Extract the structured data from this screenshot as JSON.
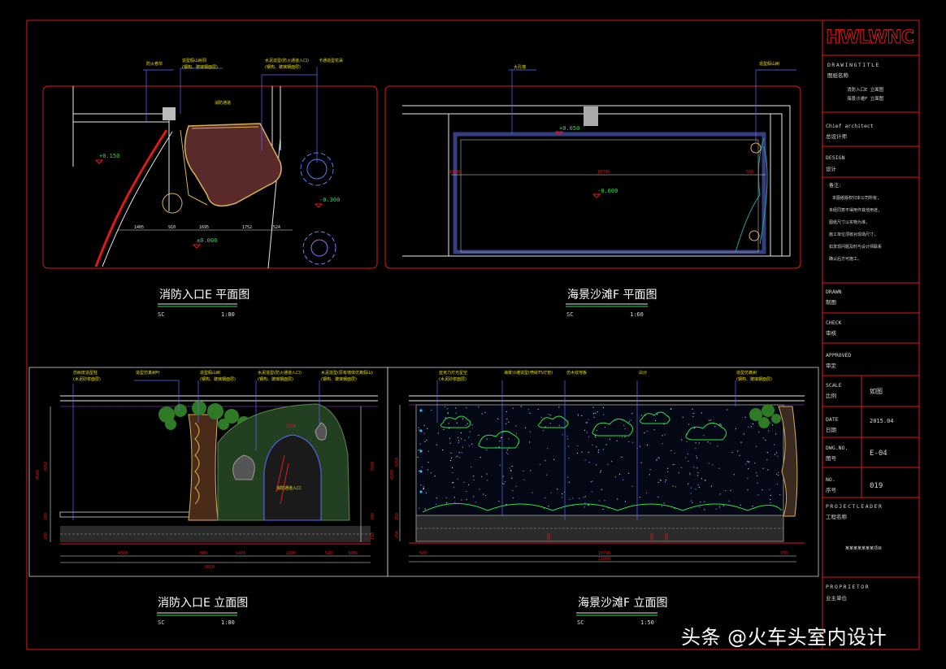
{
  "title_block": {
    "logo": "HWLWNC",
    "drawing_title_label": "DRAWINGTITLE",
    "drawing_title_cn": "图纸名称",
    "drawing_title_value_1": "消防入口E 立面图",
    "drawing_title_value_2": "海景沙滩F 立面图",
    "client_label": "Chief architect",
    "client_cn": "总设计师",
    "design_label": "DESIGN",
    "design_cn": "设计",
    "notes_label": "备注:",
    "notes_lines": [
      "本图纸版权归本公司所有,",
      "未经同意不得用作其他用途,",
      "图纸尺寸以实物为准,",
      "施工单位须核对现场尺寸,",
      "如发现问题及时与设计师联系",
      "确认后方可施工。"
    ],
    "drawn_label": "DRAWN",
    "drawn_cn": "制图",
    "check_label": "CHECK",
    "check_cn": "审核",
    "approved_label": "APPROVED",
    "approved_cn": "审定",
    "scale_label": "SCALE",
    "scale_cn": "比例",
    "scale_value": "如图",
    "date_label": "DATE",
    "date_cn": "日期",
    "date_value": "2015.04",
    "dwg_label": "DWG.NO.",
    "dwg_cn": "图号",
    "dwg_value": "E-04",
    "no_label": "NO.",
    "no_cn": "序号",
    "no_value": "019",
    "leader_label": "PROJECTLEADER",
    "leader_cn": "工程名称",
    "leader_value": "某某某某某某某项目",
    "proprietor_label": "PROPRIETOR",
    "proprietor_cn": "业主单位"
  },
  "views": {
    "plan_e": {
      "title": "消防入口E 平面图",
      "sc": "SC",
      "scale": "1:80"
    },
    "plan_f": {
      "title": "海景沙滩F 平面图",
      "sc": "SC",
      "scale": "1:60"
    },
    "elev_e": {
      "title": "消防入口E 立面图",
      "sc": "SC",
      "scale": "1:80"
    },
    "elev_f": {
      "title": "海景沙滩F 立面图",
      "sc": "SC",
      "scale": "1:50"
    }
  },
  "plan_e_labels": {
    "level_1": "+0.150",
    "level_2": "-0.300",
    "level_3": "±0.000",
    "note_a": "防火卷帘",
    "note_b": "造型假山树洞",
    "note_b2": "(钢构、玻璃钢面层)",
    "note_c": "水泥造型(防火通道入口)",
    "note_c2": "(钢构、玻璃钢面层)",
    "note_d": "卡通造型花朵",
    "note_e": "消防通道",
    "dims": [
      "1405",
      "910",
      "1695",
      "1752",
      "1524"
    ]
  },
  "plan_f_labels": {
    "level_1": "+0.050",
    "level_2": "-0.600",
    "note_a": "大孔墙",
    "note_b": "造型假山树",
    "dims": [
      "10000",
      "10790",
      "500"
    ]
  },
  "elev_e_labels": {
    "note_a": "仿树皮造型柱",
    "note_a2": "(水泥砂浆面层)",
    "note_b": "造型仿真树叶",
    "note_c": "造型假山树",
    "note_c2": "(钢构、玻璃钢面层)",
    "note_d": "水泥造型(防火通道入口)",
    "note_d2": "(钢构、玻璃钢面层)",
    "note_e": "水泥造型(原有墙体仿真假山)",
    "note_e2": "(钢构、玻璃钢面层)",
    "note_f": "消防通道入口",
    "dim_top": "2150",
    "dims_left": [
      "4500",
      "3950",
      "300",
      "200"
    ],
    "dims_right": [
      "3500",
      "300",
      "150"
    ],
    "dims_bottom": [
      "4360",
      "880",
      "1415",
      "2100",
      "520",
      "1085"
    ],
    "total": "9810"
  },
  "elev_f_labels": {
    "note_a": "亚克力灯光星空",
    "note_a2": "(水泥砂浆面层)",
    "note_b": "海景沙滩造型(喷绘T5灯管)",
    "note_c": "仿木纹地板",
    "note_d": "白沙",
    "note_e": "造型仿真树",
    "note_e2": "(钢构、玻璃钢面层)",
    "dims_left": [
      "4500",
      "3950",
      "250",
      "250"
    ],
    "dims_bottom": [
      "500",
      "10790",
      "700"
    ],
    "total": "11990",
    "sub_dims": [
      "300",
      "300",
      "300"
    ]
  },
  "watermark": "头条 @火车头室内设计"
}
